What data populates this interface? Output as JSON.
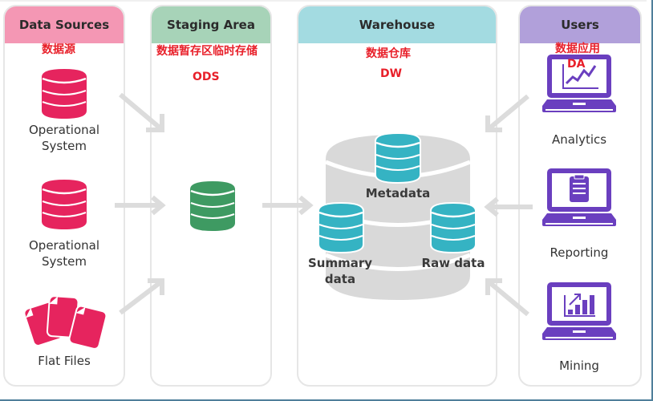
{
  "columns": [
    {
      "id": "sources",
      "title": "Data Sources",
      "subtitle_cn": "数据源",
      "header_color": "#f497b4"
    },
    {
      "id": "staging",
      "title": "Staging Area",
      "subtitle_cn": "数据暂存区临时存储",
      "subtitle_abbr": "ODS",
      "header_color": "#a7d3b8"
    },
    {
      "id": "warehouse",
      "title": "Warehouse",
      "subtitle_cn": "数据仓库",
      "subtitle_abbr": "DW",
      "header_color": "#a3dbe1"
    },
    {
      "id": "users",
      "title": "Users",
      "subtitle_cn": "数据应用",
      "subtitle_abbr": "DA",
      "header_color": "#b1a0da"
    }
  ],
  "sources": [
    {
      "label_line1": "Operational",
      "label_line2": "System",
      "icon": "database-icon"
    },
    {
      "label_line1": "Operational",
      "label_line2": "System",
      "icon": "database-icon"
    },
    {
      "label": "Flat Files",
      "icon": "files-icon"
    }
  ],
  "warehouse_items": {
    "metadata": "Metadata",
    "summary_line1": "Summary",
    "summary_line2": "data",
    "raw": "Raw data"
  },
  "users": [
    {
      "label": "Analytics",
      "icon": "analytics-laptop-icon"
    },
    {
      "label": "Reporting",
      "icon": "reporting-laptop-icon"
    },
    {
      "label": "Mining",
      "icon": "mining-laptop-icon"
    }
  ],
  "colors": {
    "source": "#e6245e",
    "staging": "#3e9a62",
    "warehouse_db": "#35b3c3",
    "warehouse_bg": "#d9d9d9",
    "users": "#6a3fbf",
    "arrow": "#dcdcdc",
    "annotation": "#e8202a"
  }
}
